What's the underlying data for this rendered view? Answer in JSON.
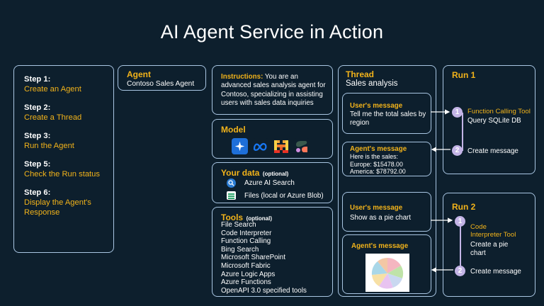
{
  "title": "AI Agent Service in Action",
  "steps": [
    {
      "label": "Step 1:",
      "value": "Create an Agent"
    },
    {
      "label": "Step 2:",
      "value": "Create a Thread"
    },
    {
      "label": "Step 3:",
      "value": "Run the Agent"
    },
    {
      "label": "Step 5:",
      "value": "Check the Run status"
    },
    {
      "label": "Step 6:",
      "value": "Display the Agent's Response"
    }
  ],
  "agent": {
    "header": "Agent",
    "name": "Contoso Sales Agent"
  },
  "instructions": {
    "label": "Instructions:",
    "text": "You are an advanced sales analysis agent for Contoso, specializing in assisting users with sales data inquiries"
  },
  "model": {
    "header": "Model"
  },
  "your_data": {
    "header": "Your data",
    "optional": "(optional)",
    "items": [
      "Azure AI Search",
      "Files (local or Azure Blob)"
    ]
  },
  "tools": {
    "header": "Tools",
    "optional": "(optional)",
    "items": [
      "File Search",
      "Code Interpreter",
      "Function Calling",
      "Bing Search",
      "Microsoft SharePoint",
      "Microsoft Fabric",
      "Azure Logic Apps",
      "Azure Functions",
      "OpenAPI 3.0 specified tools"
    ]
  },
  "thread": {
    "header": "Thread",
    "subtitle": "Sales analysis",
    "msg1": {
      "header": "User's message",
      "text": "Tell me the total sales by region"
    },
    "msg2": {
      "header": "Agent's message",
      "lines": [
        "Here is the sales:",
        "Europe: $15478.00",
        "America: $78792.00"
      ]
    },
    "msg3": {
      "header": "User's message",
      "text": "Show as a pie chart"
    },
    "msg4": {
      "header": "Agent's message"
    }
  },
  "run1": {
    "header": "Run 1",
    "step1": {
      "num": "1",
      "title": "Function Calling Tool",
      "text": "Query SQLite DB"
    },
    "step2": {
      "num": "2",
      "text": "Create message"
    }
  },
  "run2": {
    "header": "Run 2",
    "step1": {
      "num": "1",
      "title_line1": "Code",
      "title_line2": "Interpreter Tool",
      "text": "Create a pie chart"
    },
    "step2": {
      "num": "2",
      "text": "Create message"
    }
  },
  "colors": {
    "background": "#0d1f2d",
    "accent": "#f2b31a",
    "border": "#a9c6e3",
    "step_circle": "#c3b4e6"
  },
  "icons": {
    "model": [
      "azure-openai-icon",
      "meta-icon",
      "mistral-icon",
      "cohere-icon"
    ],
    "data": [
      "azure-ai-search-icon",
      "files-icon"
    ]
  }
}
